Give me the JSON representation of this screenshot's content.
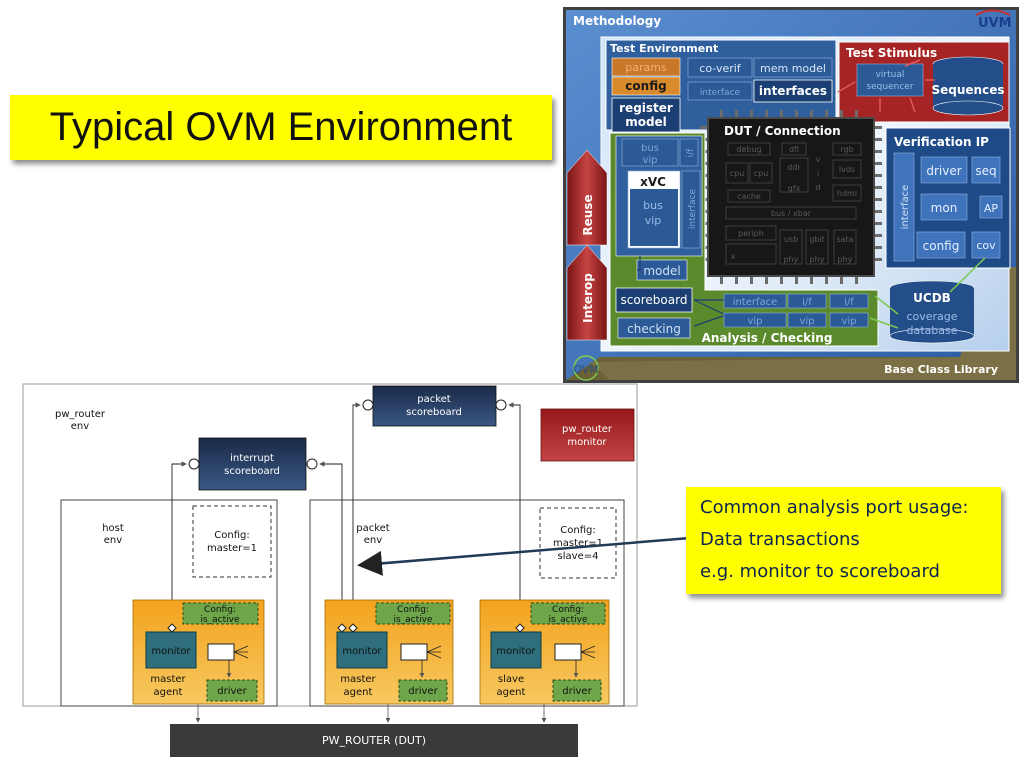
{
  "slide_title": "Typical OVM Environment",
  "callout": {
    "line1": "Common analysis port usage:",
    "line2": "Data transactions",
    "line3": "e.g. monitor to scoreboard"
  },
  "uvm": {
    "methodology": "Methodology",
    "logo": "UVM",
    "test_environment": "Test Environment",
    "params": "params",
    "config": "config",
    "co_verif": "co-verif",
    "mem_model": "mem model",
    "interface": "interface",
    "interfaces": "interfaces",
    "register_model_1": "register",
    "register_model_2": "model",
    "test_stimulus": "Test Stimulus",
    "virtual_sequencer_1": "virtual",
    "virtual_sequencer_2": "sequencer",
    "sequences": "Sequences",
    "dut_connection": "DUT / Connection",
    "chip_blocks": [
      "debug",
      "dfi",
      "rgb",
      "cpu",
      "cpu",
      "ddr",
      "lvds",
      "cache",
      "gfx",
      "hdmi",
      "bus / xbar",
      "periph",
      "usb",
      "gbit",
      "sata",
      "x",
      "phy",
      "phy",
      "phy",
      "v",
      "i",
      "d"
    ],
    "verification_ip": "Verification  IP",
    "vip_interface": "interface",
    "driver": "driver",
    "seq": "seq",
    "mon": "mon",
    "ap": "AP",
    "vip_config": "config",
    "cov": "cov",
    "reuse": "Reuse",
    "interop": "Interop",
    "bus_vip_a": "bus",
    "vip_a": "vip",
    "if_a": "i/f",
    "xvc": "xVC",
    "bus_vip_b": "bus",
    "vip_b": "vip",
    "interface_b": "interface",
    "model": "model",
    "scoreboard": "scoreboard",
    "checking": "checking",
    "bottom_interface": "interface",
    "bottom_if1": "i/f",
    "bottom_if2": "i/f",
    "bottom_vip0": "vip",
    "bottom_vip1": "vip",
    "bottom_vip2": "vip",
    "analysis_checking": "Analysis / Checking",
    "ucdb": "UCDB",
    "coverage_1": "coverage",
    "coverage_2": "database",
    "base_class_library": "Base Class Library",
    "ovm_logo": "OVM"
  },
  "router": {
    "env_1": "pw_router",
    "env_2": "env",
    "packet_scoreboard_1": "packet",
    "packet_scoreboard_2": "scoreboard",
    "interrupt_scoreboard_1": "interrupt",
    "interrupt_scoreboard_2": "scoreboard",
    "router_monitor_1": "pw_router",
    "router_monitor_2": "monitor",
    "host_env_1": "host",
    "host_env_2": "env",
    "host_config_1": "Config:",
    "host_config_2": "master=1",
    "packet_env_1": "packet",
    "packet_env_2": "env",
    "packet_config_1": "Config:",
    "packet_config_2": "master=1",
    "packet_config_3": "slave=4",
    "agents": [
      {
        "config_1": "Config:",
        "config_2": "is_active",
        "monitor": "monitor",
        "name_1": "master",
        "name_2": "agent",
        "driver": "driver"
      },
      {
        "config_1": "Config:",
        "config_2": "is_active",
        "monitor": "monitor",
        "name_1": "master",
        "name_2": "agent",
        "driver": "driver"
      },
      {
        "config_1": "Config:",
        "config_2": "is_active",
        "monitor": "monitor",
        "name_1": "slave",
        "name_2": "agent",
        "driver": "driver"
      }
    ],
    "dut": "PW_ROUTER (DUT)"
  }
}
